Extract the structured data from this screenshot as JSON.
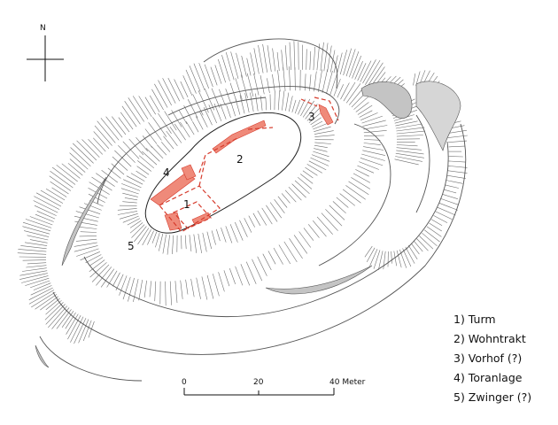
{
  "north_label": "N",
  "area_labels": [
    "1",
    "2",
    "3",
    "4",
    "5"
  ],
  "scale": {
    "ticks": [
      "0",
      "20",
      "40 Meter"
    ]
  },
  "legend": [
    "1) Turm",
    "2) Wohntrakt",
    "3) Vorhof (?)",
    "4) Toranlage",
    "5) Zwinger (?)"
  ],
  "colors": {
    "ruin": "#ef8a7a",
    "dashed": "#d63b2c",
    "hachure": "#777777",
    "rock": "#bdbdbd"
  }
}
